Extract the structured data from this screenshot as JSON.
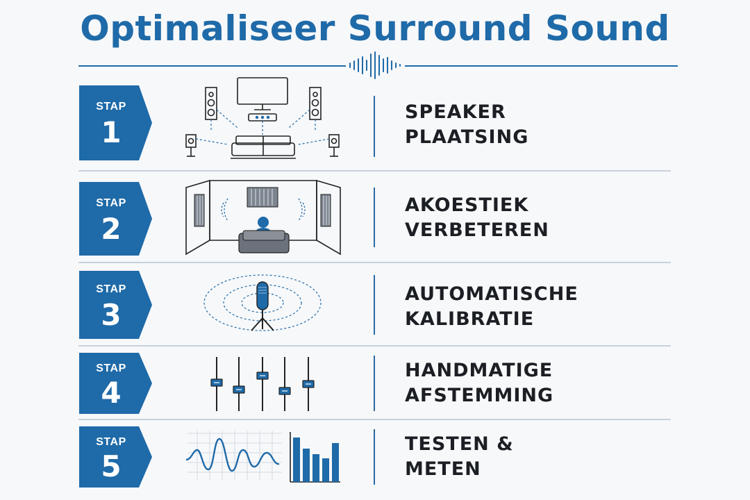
{
  "header": {
    "title": "Optimaliseer Surround Sound",
    "divider_icon": "sound-wave-icon"
  },
  "colors": {
    "brand_blue": "#1f6aa8",
    "text_dark": "#1b1f24",
    "line_gray": "#c9d2dc",
    "background": "#f7f8fa"
  },
  "steps": [
    {
      "stap": "STAP",
      "number": "1",
      "label_line1": "SPEAKER",
      "label_line2": "PLAATSING",
      "icon": "speaker-layout-icon"
    },
    {
      "stap": "STAP",
      "number": "2",
      "label_line1": "AKOESTIEK",
      "label_line2": "VERBETEREN",
      "icon": "acoustic-room-icon"
    },
    {
      "stap": "STAP",
      "number": "3",
      "label_line1": "AUTOMATISCHE",
      "label_line2": "KALIBRATIE",
      "icon": "calibration-microphone-icon"
    },
    {
      "stap": "STAP",
      "number": "4",
      "label_line1": "HANDMATIGE",
      "label_line2": "AFSTEMMING",
      "icon": "equalizer-sliders-icon"
    },
    {
      "stap": "STAP",
      "number": "5",
      "label_line1": "TESTEN &",
      "label_line2": "METEN",
      "icon": "measurement-graph-icon"
    }
  ]
}
